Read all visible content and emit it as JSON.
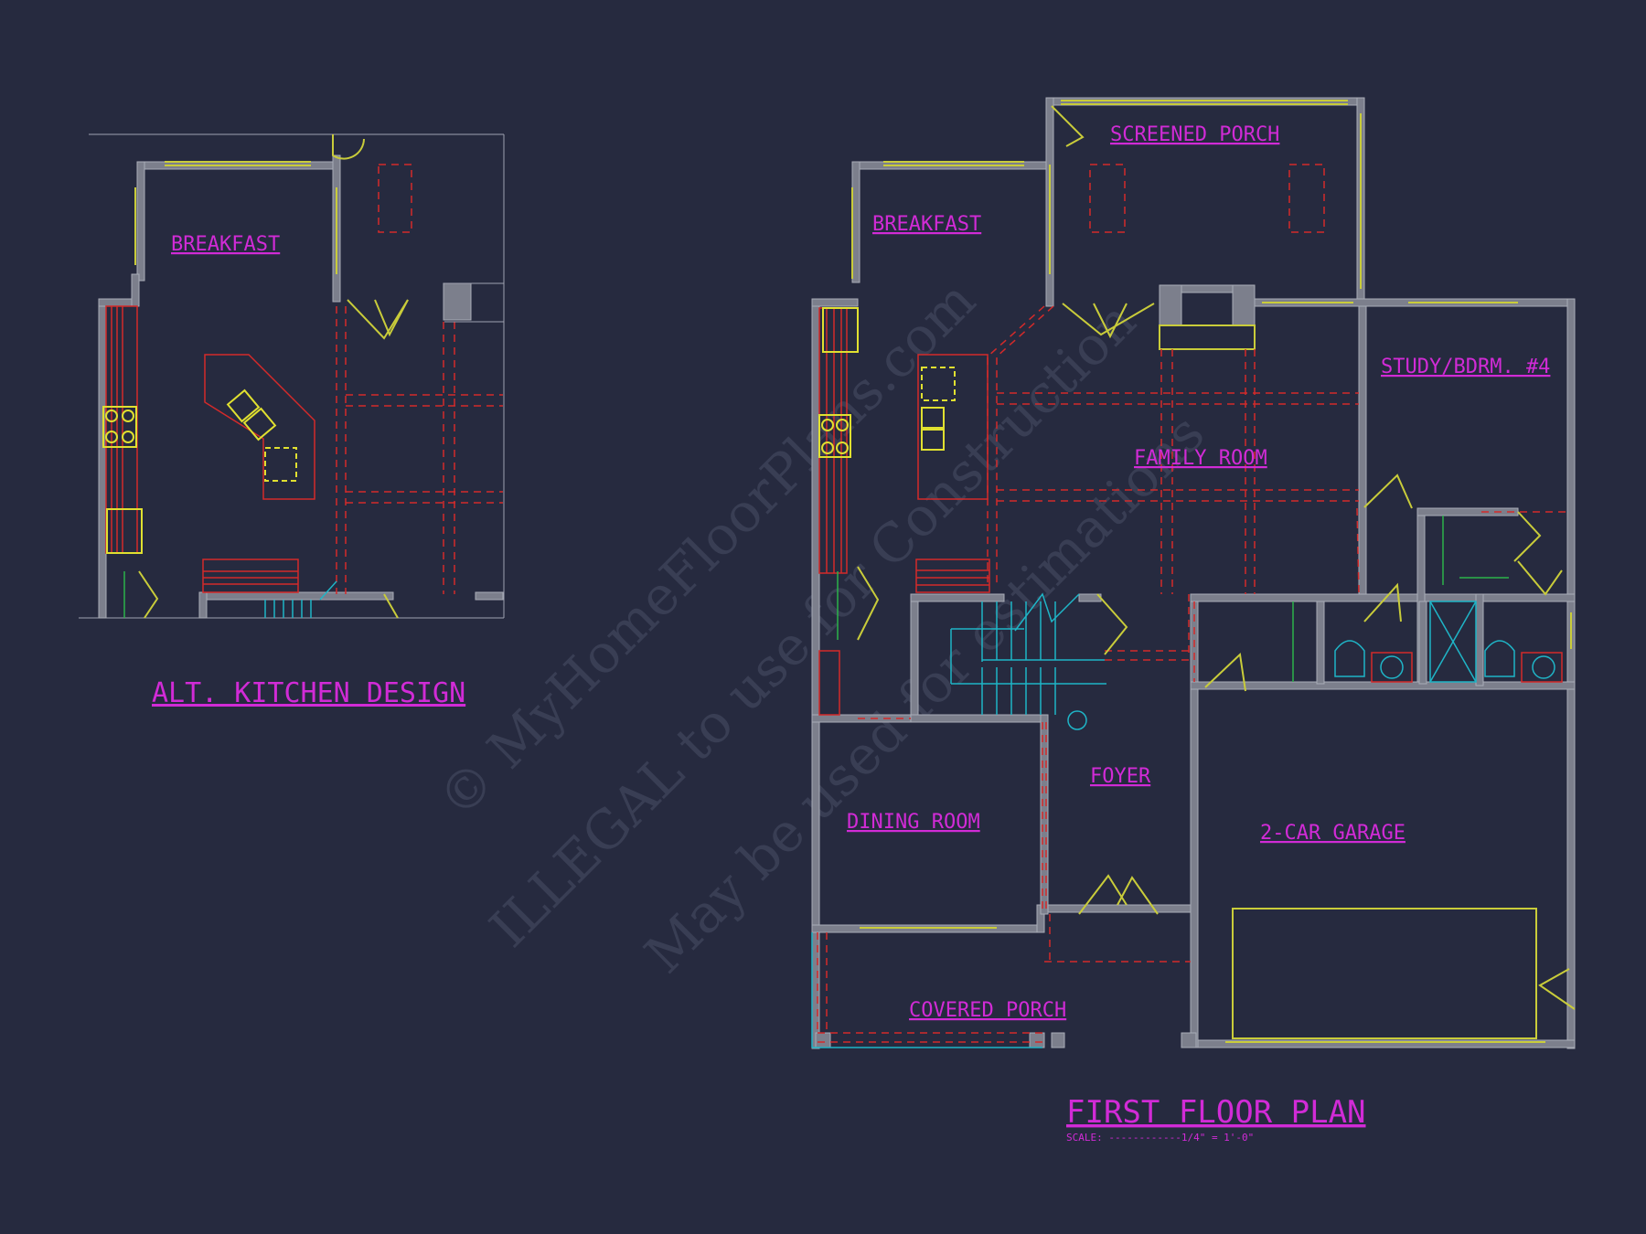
{
  "alt_kitchen": {
    "room_breakfast": "BREAKFAST",
    "title": "ALT. KITCHEN DESIGN"
  },
  "first_floor": {
    "rooms": {
      "screened_porch": "SCREENED PORCH",
      "breakfast": "BREAKFAST",
      "study": "STUDY/BDRM. #4",
      "family_room": "FAMILY ROOM",
      "foyer": "FOYER",
      "dining_room": "DINING ROOM",
      "garage": "2-CAR GARAGE",
      "covered_porch": "COVERED PORCH"
    },
    "title": "FIRST FLOOR PLAN",
    "scale": "SCALE: ------------1/4\" = 1'-0\""
  },
  "watermark": {
    "line1": "© MyHomeFloorPlans.com",
    "line2": "ILLEGAL to use for Construction",
    "line3": "May be used for estimations"
  },
  "colors": {
    "background": "#262a3f",
    "label": "#d12bd6",
    "wall": "#7c7f8c",
    "window_door": "#c9cc3a",
    "dashed_red": "#d42a2a",
    "fixture_cyan": "#1fb5c7"
  }
}
